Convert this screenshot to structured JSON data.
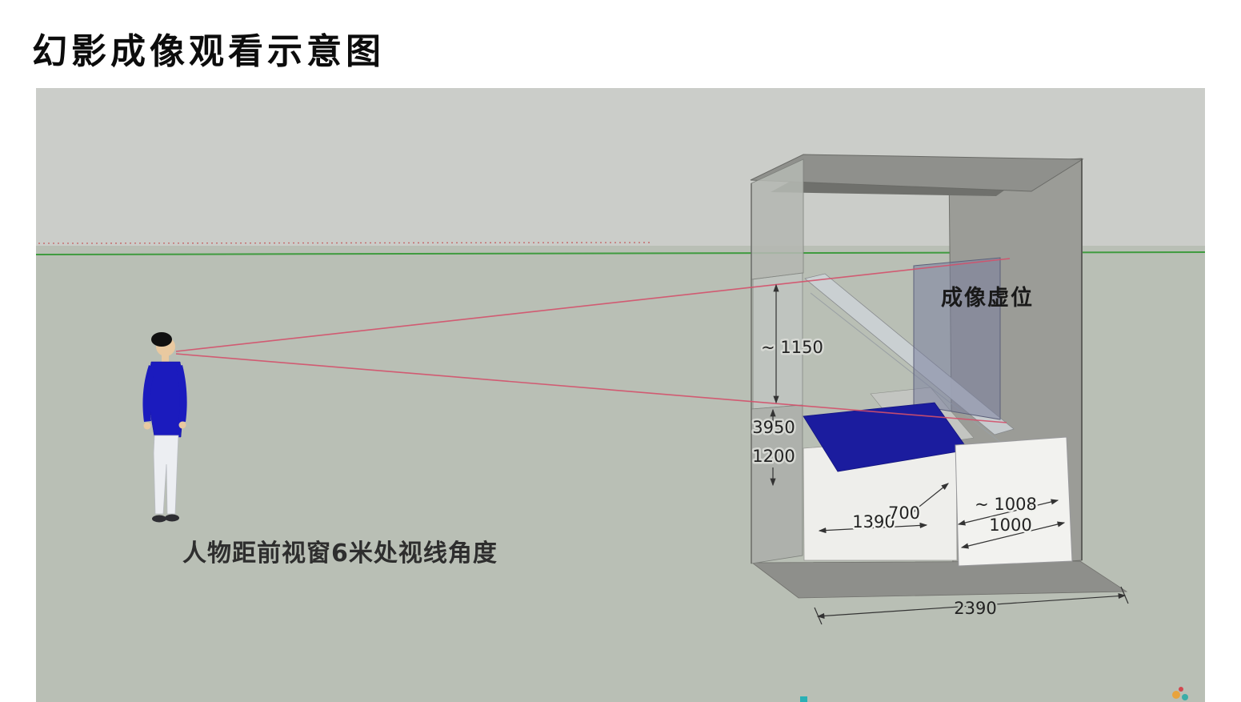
{
  "page": {
    "title": "幻影成像观看示意图"
  },
  "diagram": {
    "caption": "人物距前视窗6米处视线角度",
    "imaging_area_label": "成像虚位",
    "dimensions": {
      "front_window_height": "~ 1150",
      "overall_height": "3950",
      "base_height": "1200",
      "stage_width": "1390",
      "stage_depth": "700",
      "side_box_width": "~ 1008",
      "side_box_depth": "1000",
      "overall_width": "2390"
    },
    "colors": {
      "sky": "#cbcdc9",
      "ground": "#b9bfb5",
      "wall_gray": "#9b9c97",
      "stage_blue": "#1b1c9e",
      "sightline": "#d4506a",
      "ground_line": "#3f9b3f",
      "shirt": "#1b1bbe"
    }
  }
}
